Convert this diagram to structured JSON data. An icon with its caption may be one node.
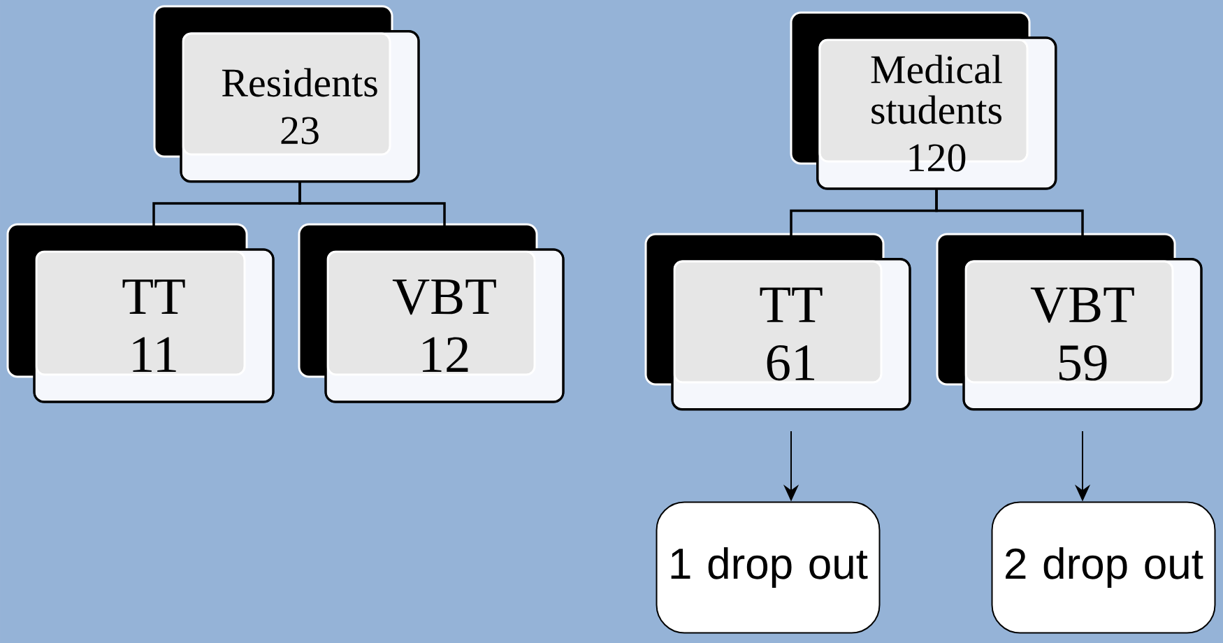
{
  "diagram": {
    "nodes": [
      {
        "text": [
          "Residents",
          "23"
        ]
      },
      {
        "text": [
          "TT",
          "11"
        ]
      },
      {
        "text": [
          "VBT",
          "12"
        ]
      },
      {
        "text": [
          "Medical students",
          "120"
        ]
      },
      {
        "text": [
          "TT",
          "61"
        ]
      },
      {
        "text": [
          "VBT",
          "59"
        ]
      },
      {
        "text": [
          "1 drop out"
        ]
      },
      {
        "text": [
          "2 drop out"
        ]
      }
    ],
    "edges": [
      {
        "from": 0,
        "to": 1,
        "arrow": "none"
      },
      {
        "from": 0,
        "to": 2,
        "arrow": "none"
      },
      {
        "from": 3,
        "to": 4,
        "arrow": "none"
      },
      {
        "from": 3,
        "to": 5,
        "arrow": "none"
      },
      {
        "from": 4,
        "to": 6,
        "arrow": "to"
      },
      {
        "from": 5,
        "to": 7,
        "arrow": "to"
      }
    ]
  }
}
